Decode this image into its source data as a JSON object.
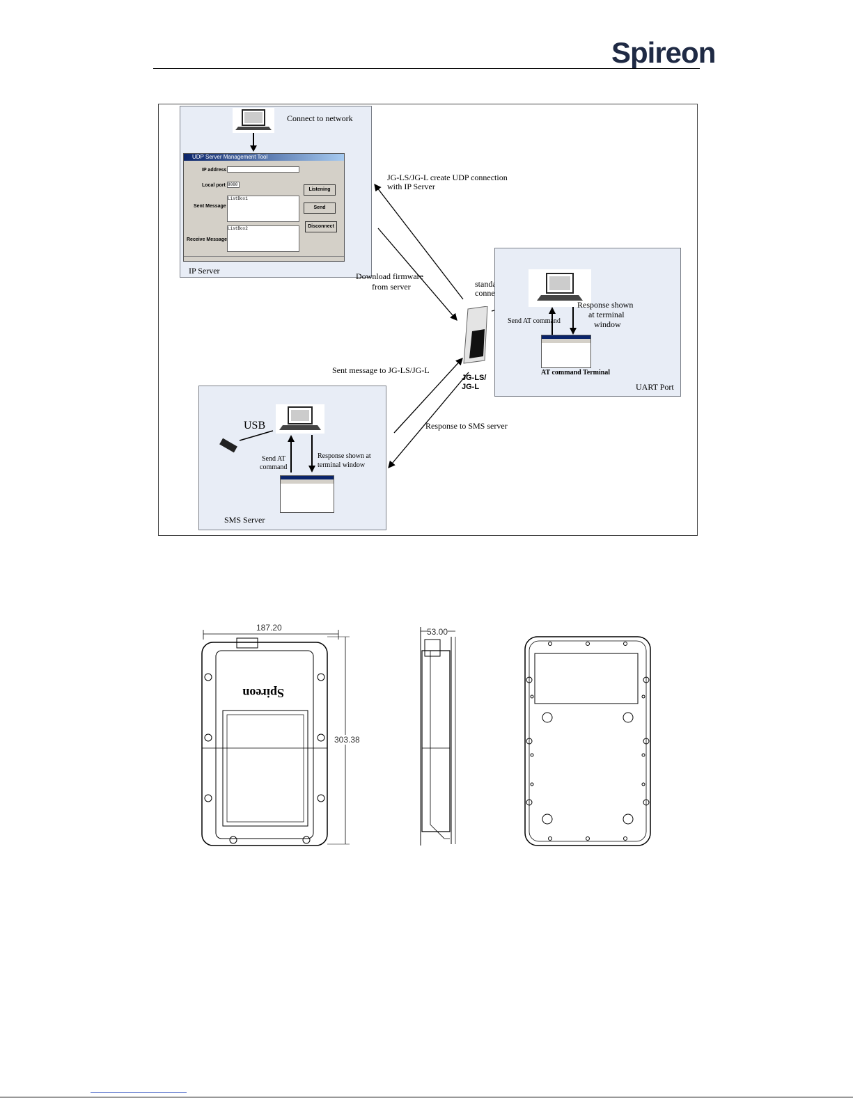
{
  "header": {
    "logo_text": "Spireon"
  },
  "diagram": {
    "ip_server": {
      "panel_label": "IP Server",
      "connect_label": "Connect to network",
      "tool_window": {
        "title": "UDP Server Management Tool",
        "ip_label": "IP address",
        "port_label": "Local port",
        "port_value": "8080",
        "sent_label": "Sent Message",
        "receive_label": "Receive Message",
        "listbox1": "ListBox1",
        "listbox2": "ListBox2",
        "btn_listening": "Listening",
        "btn_send": "Send",
        "btn_disconnect": "Disconnect"
      }
    },
    "udp_label": [
      "JG-LS/JG-L create UDP connection",
      "with IP Server"
    ],
    "download_label": [
      "Download firmware",
      "from server"
    ],
    "serial_label": [
      "standard serial",
      "connection"
    ],
    "device_label": [
      "JG-LS/",
      "JG-L"
    ],
    "uart": {
      "panel_label": "UART Port",
      "send_at": "Send AT command",
      "response": [
        "Response shown",
        "at terminal",
        "window"
      ],
      "terminal_label": "AT command Terminal"
    },
    "sent_sms_label": "Sent message to JG-LS/JG-L",
    "response_sms_label": "Response to SMS server",
    "sms": {
      "panel_label": "SMS Server",
      "usb_label": "USB",
      "send_at": [
        "Send AT",
        "command"
      ],
      "response": [
        "Response shown at",
        "terminal window"
      ]
    }
  },
  "drawing": {
    "width_dim": "187.20",
    "depth_dim": "53.00",
    "height_dim": "303.38"
  }
}
